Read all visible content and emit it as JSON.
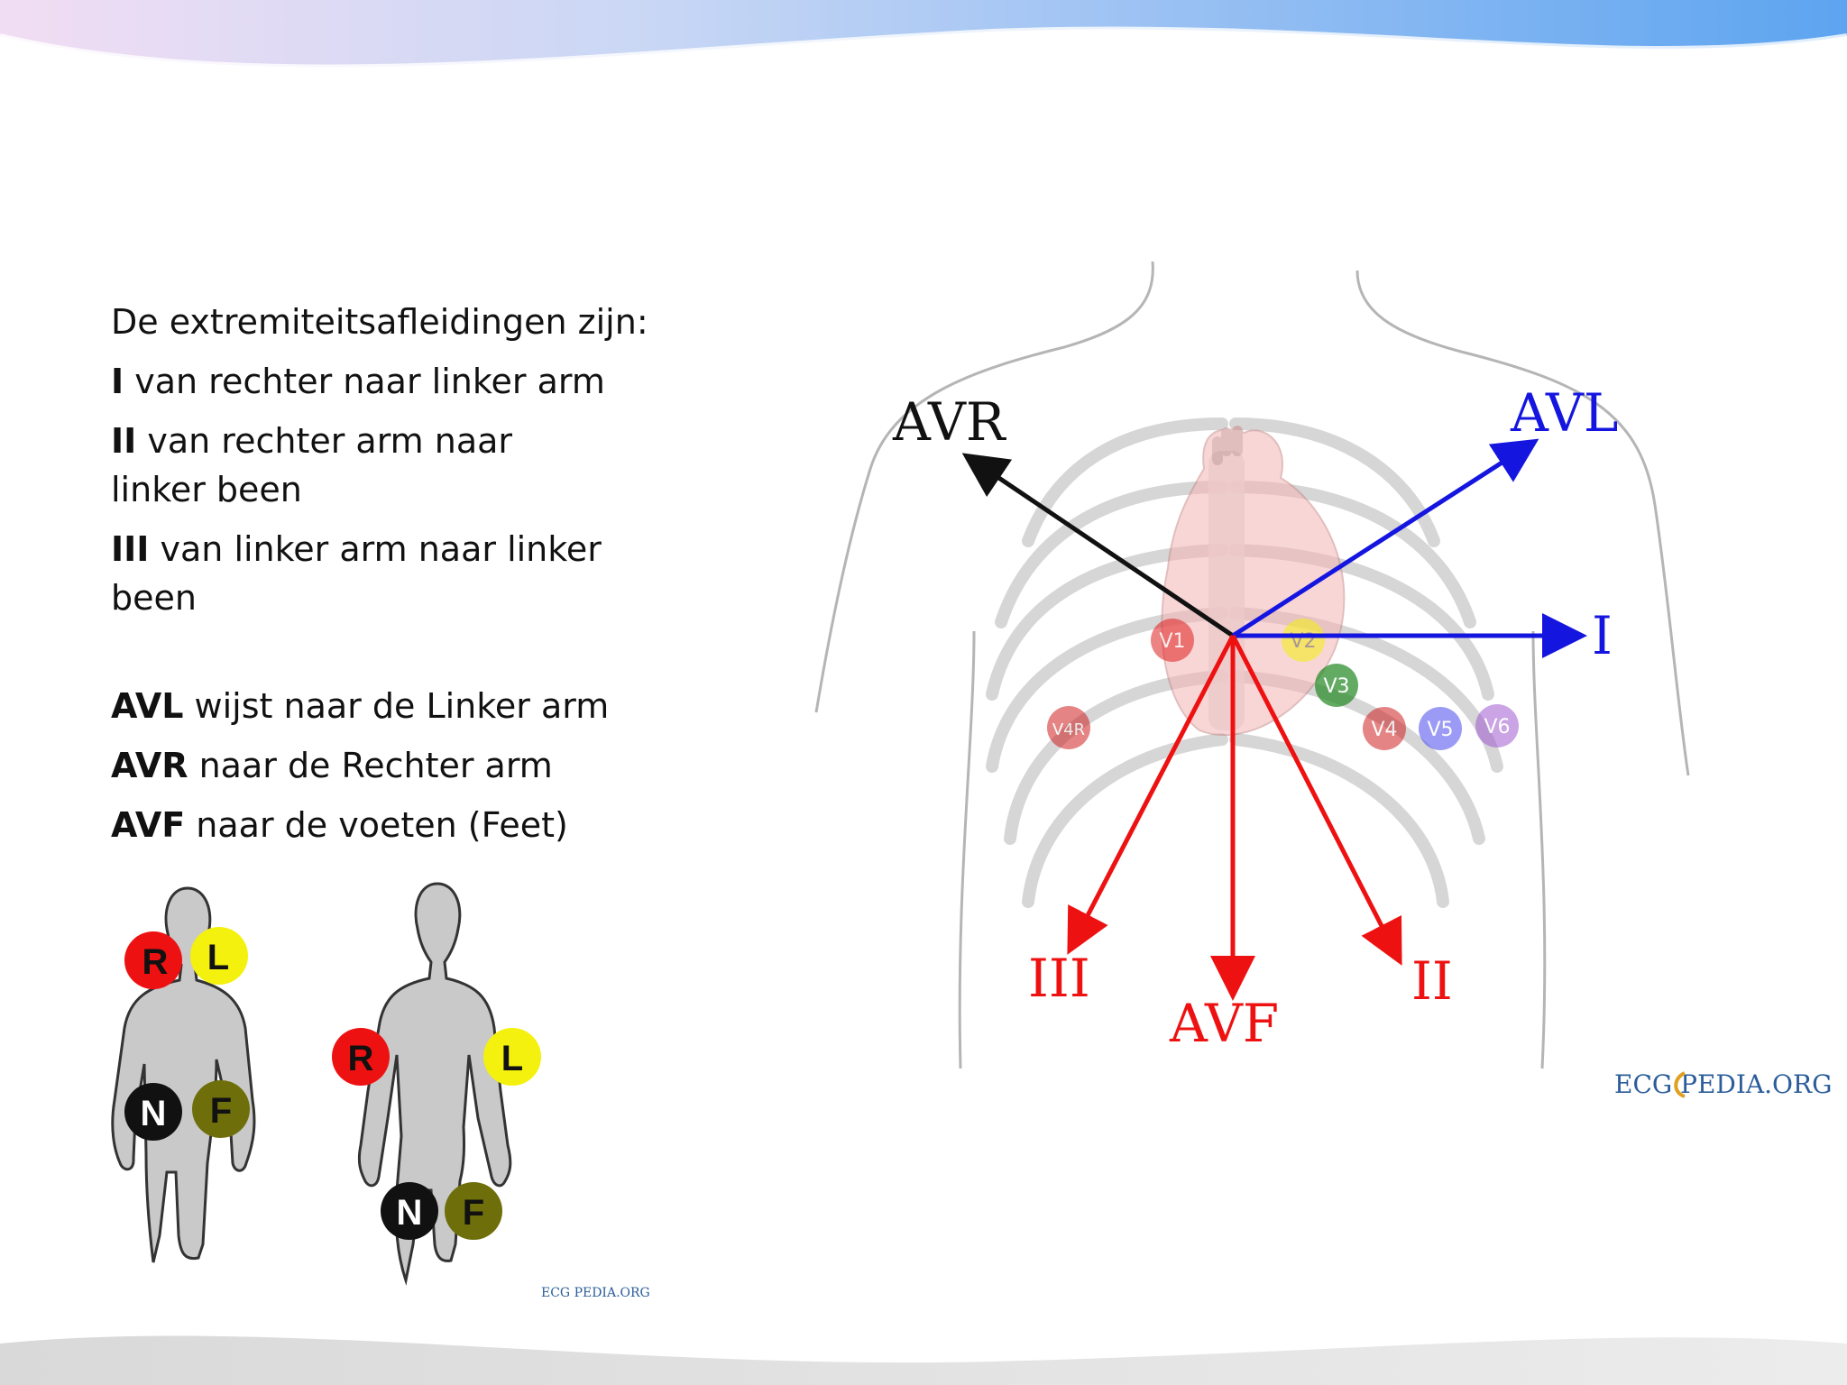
{
  "text": {
    "intro": "De extremiteitsafleidingen zijn:",
    "lead_I_label": "I",
    "lead_I_text": " van rechter naar linker arm",
    "lead_II_label": "II",
    "lead_II_text": " van rechter arm naar linker been",
    "lead_III_label": "III",
    "lead_III_text": " van linker arm naar linker been",
    "avl_label": "AVL",
    "avl_text": " wijst naar de Linker arm",
    "avr_label": "AVR",
    "avr_text": " naar de Rechter arm",
    "avf_label": "AVF",
    "avf_text": " naar de voeten (Feet)"
  },
  "diagram": {
    "leads": {
      "AVR": "AVR",
      "AVL": "AVL",
      "I": "I",
      "II": "II",
      "III": "III",
      "AVF": "AVF"
    },
    "electrodes": [
      "V1",
      "V2",
      "V3",
      "V4R",
      "V4",
      "V5",
      "V6"
    ],
    "logo": "ECG PEDIA.ORG"
  },
  "bodies": {
    "R": "R",
    "L": "L",
    "N": "N",
    "F": "F",
    "logo": "ECG PEDIA.ORG"
  },
  "colors": {
    "red": "#ee1111",
    "blue": "#1515e0",
    "black": "#111111",
    "yellow": "#f3f10d",
    "olive": "#6e6e0a"
  }
}
